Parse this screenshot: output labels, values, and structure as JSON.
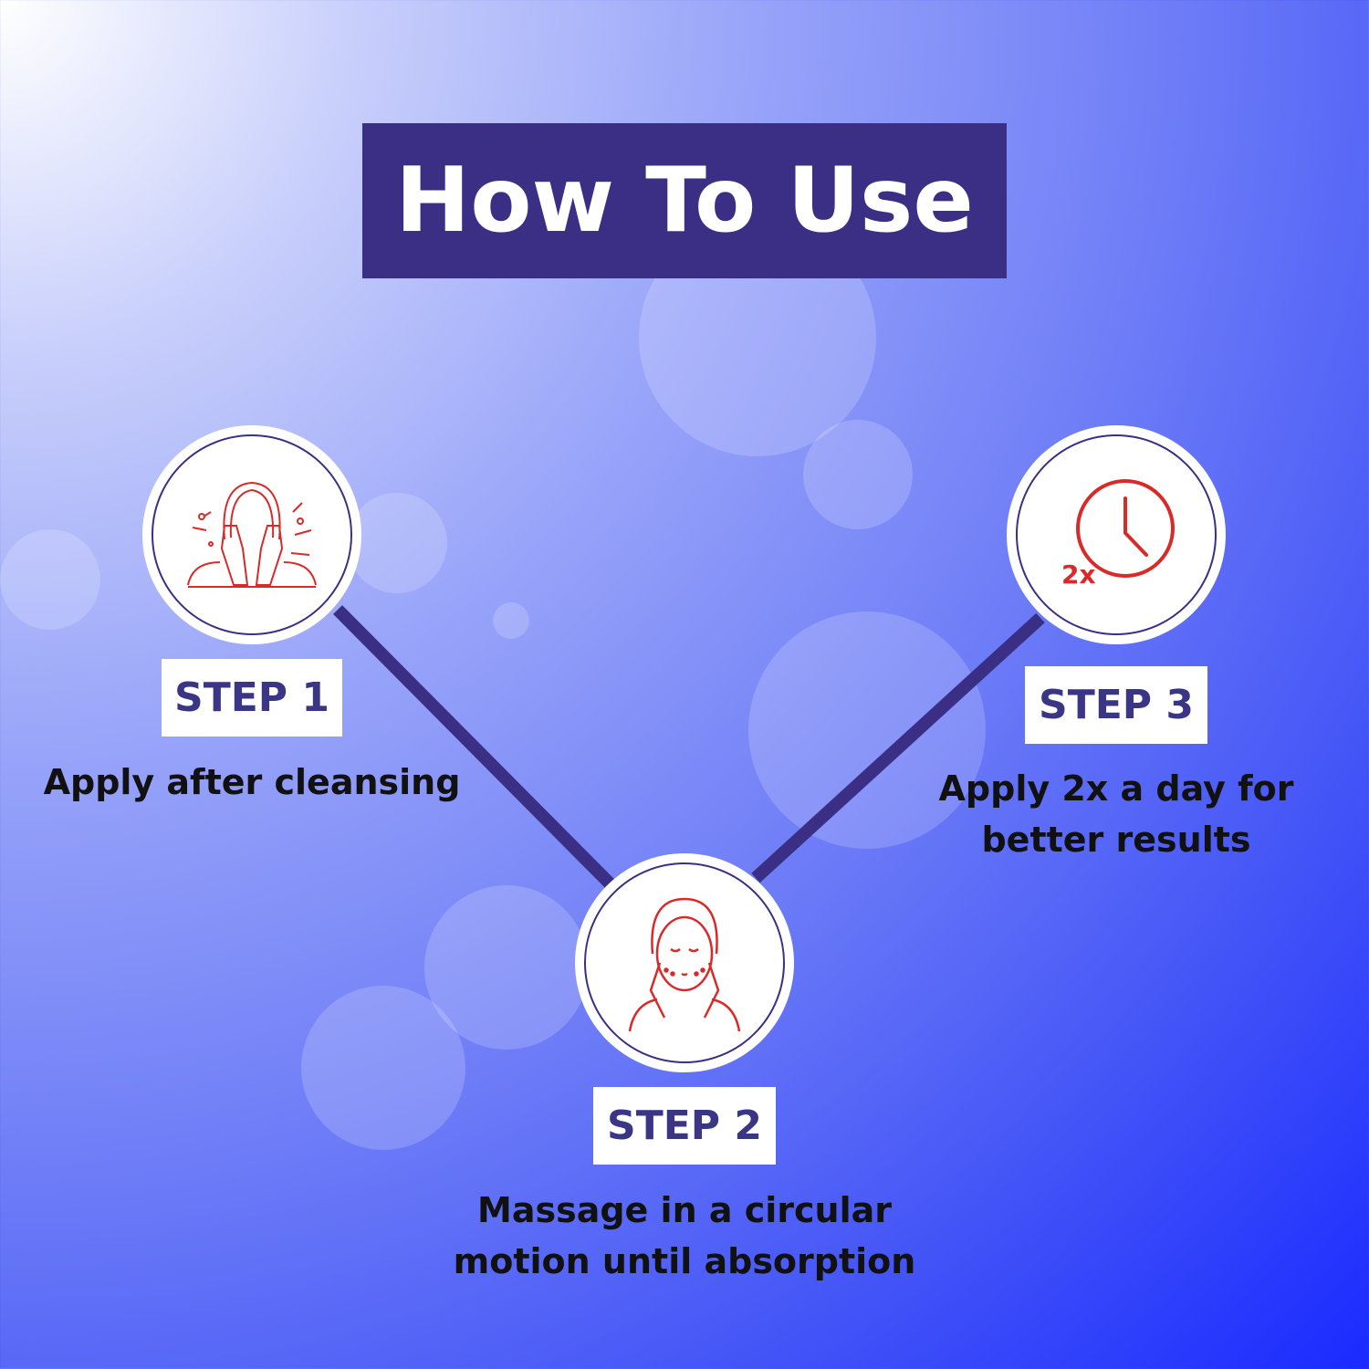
{
  "title": "How To Use",
  "colors": {
    "accent": "#3a2f85",
    "icon": "#d92a2a"
  },
  "steps": [
    {
      "label": "STEP 1",
      "description": [
        "Apply after cleansing"
      ],
      "icon": "face-washing-icon"
    },
    {
      "label": "STEP 2",
      "description": [
        "Massage in a circular",
        "motion until absorption"
      ],
      "icon": "face-massage-icon"
    },
    {
      "label": "STEP 3",
      "description": [
        "Apply 2x a day for",
        "better results"
      ],
      "icon": "clock-twice-icon",
      "icon_text": "2x"
    }
  ]
}
